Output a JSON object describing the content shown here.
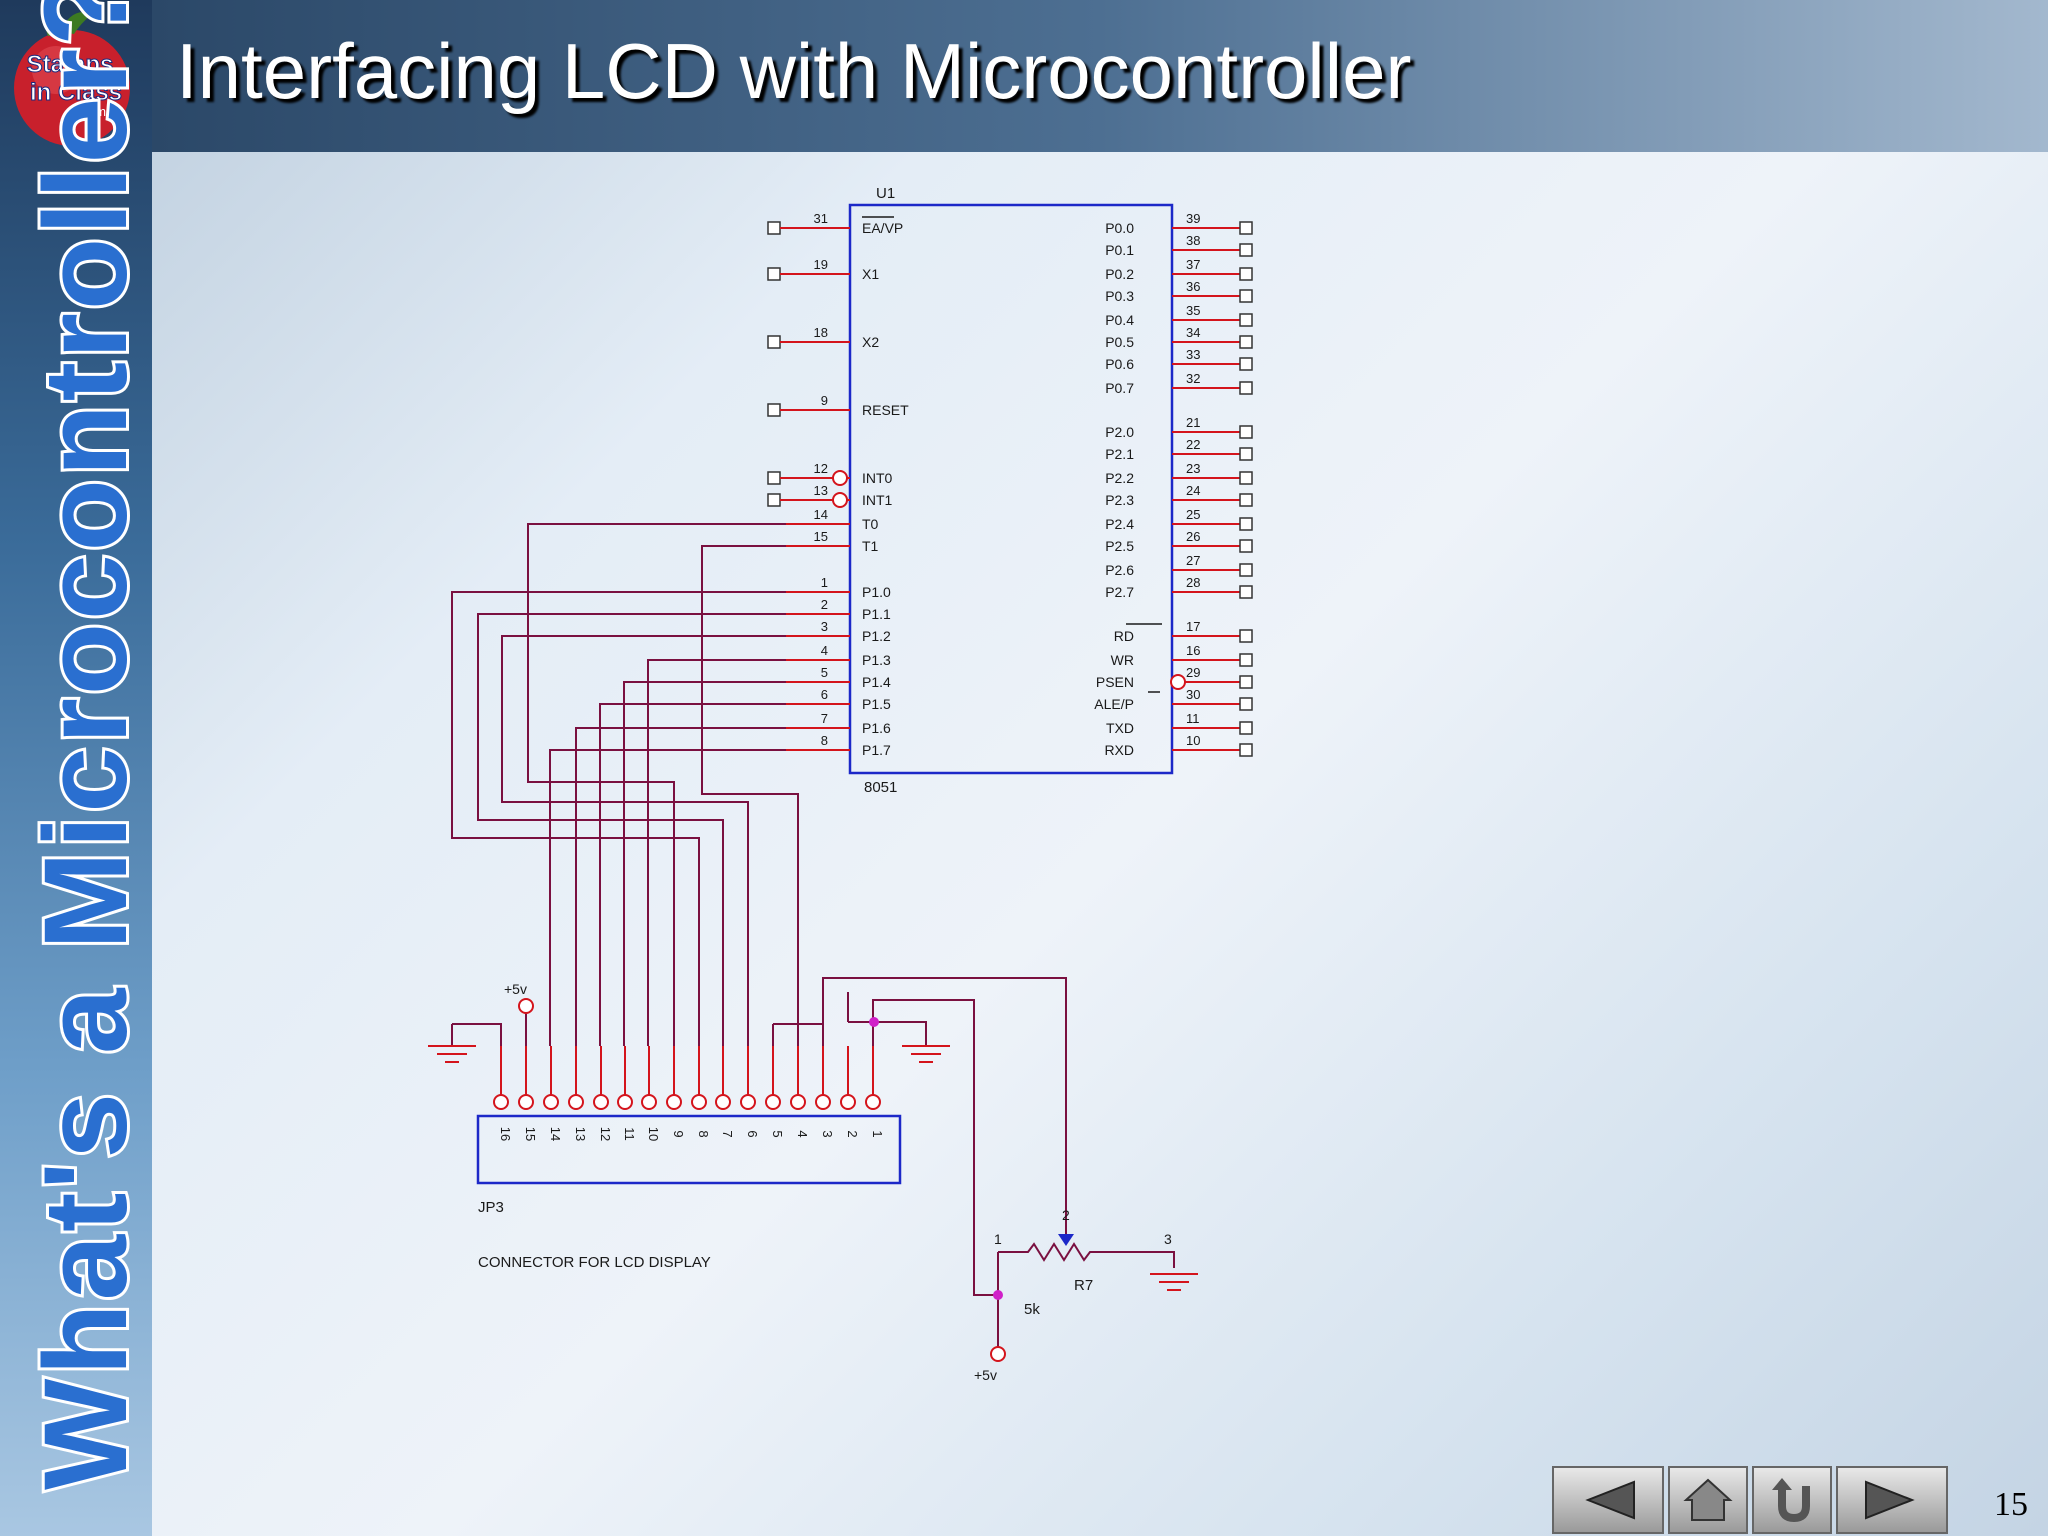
{
  "slide": {
    "title": "Interfacing LCD with Microcontroller",
    "side_title": "What's a Microcontroller?",
    "page_number": "15"
  },
  "logo": {
    "text_lines": [
      "Stamps",
      "in Class",
      ".com"
    ]
  },
  "circuit": {
    "ic": {
      "ref": "U1",
      "part": "8051",
      "left_pins": [
        {
          "num": "31",
          "name": "EA/VP"
        },
        {
          "num": "19",
          "name": "X1"
        },
        {
          "num": "18",
          "name": "X2"
        },
        {
          "num": "9",
          "name": "RESET"
        },
        {
          "num": "12",
          "name": "INT0"
        },
        {
          "num": "13",
          "name": "INT1"
        },
        {
          "num": "14",
          "name": "T0"
        },
        {
          "num": "15",
          "name": "T1"
        },
        {
          "num": "1",
          "name": "P1.0"
        },
        {
          "num": "2",
          "name": "P1.1"
        },
        {
          "num": "3",
          "name": "P1.2"
        },
        {
          "num": "4",
          "name": "P1.3"
        },
        {
          "num": "5",
          "name": "P1.4"
        },
        {
          "num": "6",
          "name": "P1.5"
        },
        {
          "num": "7",
          "name": "P1.6"
        },
        {
          "num": "8",
          "name": "P1.7"
        }
      ],
      "right_pins": [
        {
          "num": "39",
          "name": "P0.0"
        },
        {
          "num": "38",
          "name": "P0.1"
        },
        {
          "num": "37",
          "name": "P0.2"
        },
        {
          "num": "36",
          "name": "P0.3"
        },
        {
          "num": "35",
          "name": "P0.4"
        },
        {
          "num": "34",
          "name": "P0.5"
        },
        {
          "num": "33",
          "name": "P0.6"
        },
        {
          "num": "32",
          "name": "P0.7"
        },
        {
          "num": "21",
          "name": "P2.0"
        },
        {
          "num": "22",
          "name": "P2.1"
        },
        {
          "num": "23",
          "name": "P2.2"
        },
        {
          "num": "24",
          "name": "P2.3"
        },
        {
          "num": "25",
          "name": "P2.4"
        },
        {
          "num": "26",
          "name": "P2.5"
        },
        {
          "num": "27",
          "name": "P2.6"
        },
        {
          "num": "28",
          "name": "P2.7"
        },
        {
          "num": "17",
          "name": "RD"
        },
        {
          "num": "16",
          "name": "WR"
        },
        {
          "num": "29",
          "name": "PSEN"
        },
        {
          "num": "30",
          "name": "ALE/P"
        },
        {
          "num": "11",
          "name": "TXD"
        },
        {
          "num": "10",
          "name": "RXD"
        }
      ]
    },
    "connector": {
      "ref": "JP3",
      "label": "CONNECTOR FOR LCD DISPLAY",
      "pins": [
        "16",
        "15",
        "14",
        "13",
        "12",
        "11",
        "10",
        "9",
        "8",
        "7",
        "6",
        "5",
        "4",
        "3",
        "2",
        "1"
      ]
    },
    "supply_label": "+5v",
    "pot": {
      "ref": "R7",
      "value": "5k",
      "pins": [
        "1",
        "2",
        "3"
      ]
    },
    "colors": {
      "pin": "#d4141c",
      "wire": "#7a1040",
      "body": "#1c28c8",
      "junction": "#d020c8"
    }
  },
  "nav": {
    "buttons": [
      "back",
      "home",
      "return",
      "forward"
    ]
  }
}
